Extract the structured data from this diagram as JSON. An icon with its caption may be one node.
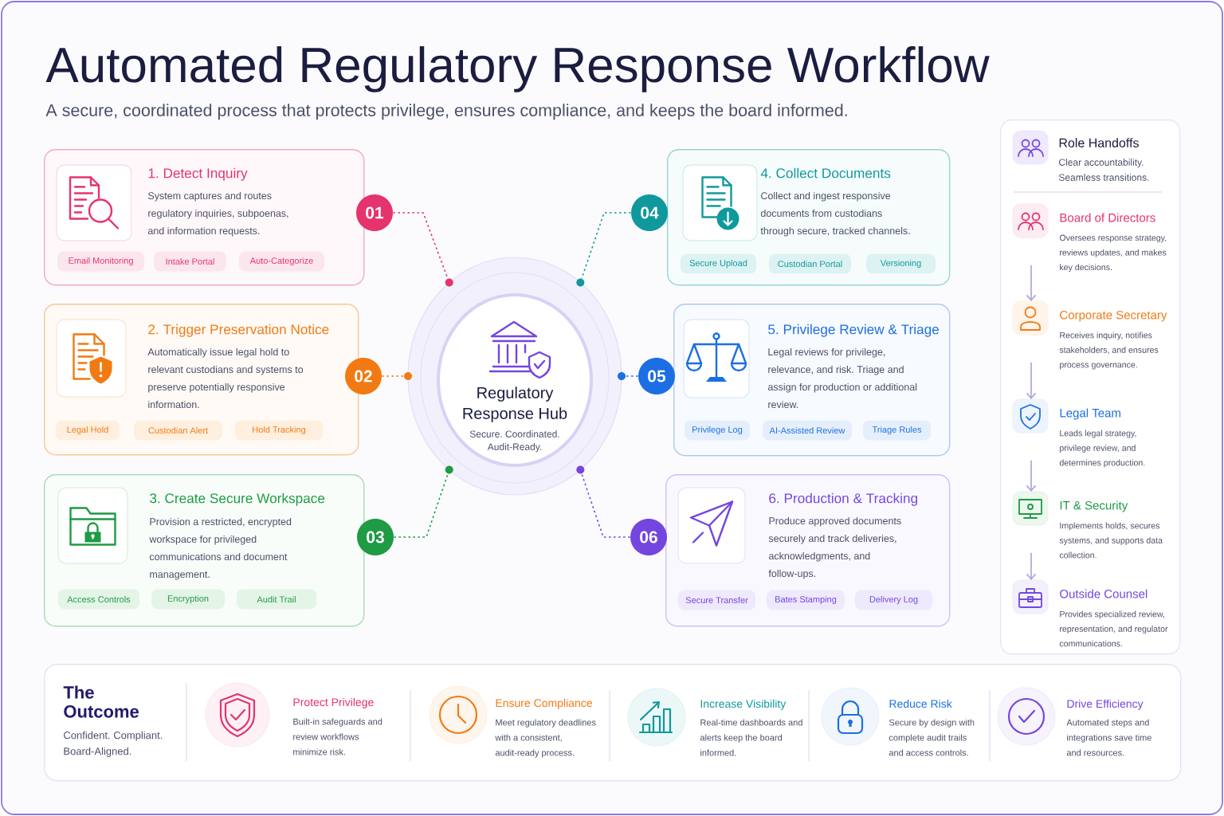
{
  "diagram": {
    "title": "Automated Regulatory Response Workflow",
    "nodes": [
      {
        "text": [
          "1. Detect Inquiry",
          "System captures and routes regulatory inquiries, subpoenas, and information requests."
        ]
      },
      {
        "text": [
          "Email Monitoring"
        ],
        "in": 0
      },
      {
        "text": [
          "Intake Portal"
        ],
        "in": 0
      },
      {
        "text": [
          "Auto-Categorize"
        ],
        "in": 0
      },
      {
        "text": [
          "01"
        ]
      },
      {
        "text": [
          "2. Trigger Preservation Notice",
          "Automatically issue legal hold to relevant custodians and systems to preserve potentially responsive information."
        ]
      },
      {
        "text": [
          "Legal Hold"
        ],
        "in": 5
      },
      {
        "text": [
          "Custodian Alert"
        ],
        "in": 5
      },
      {
        "text": [
          "Hold Tracking"
        ],
        "in": 5
      },
      {
        "text": [
          "02"
        ]
      },
      {
        "text": [
          "3. Create Secure Workspace",
          "Provision a restricted, encrypted workspace for privileged communications and document management."
        ]
      },
      {
        "text": [
          "Access Controls"
        ],
        "in": 10
      },
      {
        "text": [
          "Encryption"
        ],
        "in": 10
      },
      {
        "text": [
          "Audit Trail"
        ],
        "in": 10
      },
      {
        "text": [
          "03"
        ]
      },
      {
        "text": [
          "4. Collect Documents",
          "Collect and ingest responsive documents from custodians through secure, tracked channels."
        ]
      },
      {
        "text": [
          "Secure Upload"
        ],
        "in": 15
      },
      {
        "text": [
          "Custodian Portal"
        ],
        "in": 15
      },
      {
        "text": [
          "Versioning"
        ],
        "in": 15
      },
      {
        "text": [
          "04"
        ]
      },
      {
        "text": [
          "5. Privilege Review & Triage",
          "Legal reviews for privilege, relevance, and risk. Triage and assign for production or additional review."
        ]
      },
      {
        "text": [
          "Privilege Log"
        ],
        "in": 20
      },
      {
        "text": [
          "AI-Assisted Review"
        ],
        "in": 20
      },
      {
        "text": [
          "Triage Rules"
        ],
        "in": 20
      },
      {
        "text": [
          "05"
        ]
      },
      {
        "text": [
          "6. Production & Tracking",
          "Produce approved documents securely and track deliveries, acknowledgments, and follow-ups."
        ]
      },
      {
        "text": [
          "Secure Transfer"
        ],
        "in": 25
      },
      {
        "text": [
          "Bates Stamping"
        ],
        "in": 25
      },
      {
        "text": [
          "Delivery Log"
        ],
        "in": 25
      },
      {
        "text": [
          "06"
        ]
      },
      {
        "text": [
          "Regulatory Response Hub",
          "Secure. Coordinated. Audit-Ready."
        ]
      },
      {
        "text": [
          "Role Handoffs",
          "Clear accountability. Seamless transitions."
        ]
      },
      {
        "text": [
          "Board of Directors",
          "Oversees response strategy, reviews updates, and makes key decisions."
        ],
        "in": 31
      },
      {
        "text": [
          "Corporate Secretary",
          "Receives inquiry, notifies stakeholders, and ensures process governance."
        ],
        "in": 31
      },
      {
        "text": [
          "Legal Team",
          "Leads legal strategy, privilege review, and determines production."
        ],
        "in": 31
      },
      {
        "text": [
          "IT & Security",
          "Implements holds, secures systems, and supports data collection."
        ],
        "in": 31
      },
      {
        "text": [
          "Outside Counsel",
          "Provides specialized review, representation, and regulator communications."
        ],
        "in": 31
      },
      {
        "text": [
          "The Outcome",
          "Confident. Compliant. Board-Aligned."
        ]
      },
      {
        "text": [],
        "shape": "circle"
      },
      {
        "text": [],
        "shape": "circle"
      },
      {
        "text": [],
        "shape": "circle"
      },
      {
        "text": [],
        "shape": "circle"
      },
      {
        "text": [],
        "shape": "circle"
      },
      {
        "text": [],
        "shape": "circle"
      }
    ],
    "edges": [
      {
        "from": 4,
        "to": 38,
        "arrow": "none",
        "style": "dashed",
        "color": "#e8336b"
      },
      {
        "from": 9,
        "to": 39,
        "arrow": "none",
        "style": "dashed",
        "color": "#f07c1a"
      },
      {
        "from": 14,
        "to": 40,
        "arrow": "none",
        "style": "dashed",
        "color": "#1f9d45"
      },
      {
        "from": 19,
        "to": 41,
        "arrow": "none",
        "style": "dashed",
        "color": "#11999e"
      },
      {
        "from": 24,
        "to": 42,
        "arrow": "none",
        "style": "dashed",
        "color": "#1a73e8"
      },
      {
        "from": 29,
        "to": 43,
        "arrow": "none",
        "style": "dashed",
        "color": "#7b4ae2"
      },
      {
        "from": 32,
        "to": 33,
        "arrow": "to"
      },
      {
        "from": 33,
        "to": 34,
        "arrow": "to"
      },
      {
        "from": 34,
        "to": 35,
        "arrow": "to"
      },
      {
        "from": 35,
        "to": 36,
        "arrow": "to"
      }
    ],
    "labels": [
      "A secure, coordinated process that protects privilege, ensures compliance, and keeps the board informed.",
      "Protect Privilege",
      "Built-in safeguards and review workflows minimize risk.",
      "Ensure Compliance",
      "Meet regulatory deadlines with a consistent, audit-ready process.",
      "Increase Visibility",
      "Real-time dashboards and alerts keep the board informed.",
      "Reduce Risk",
      "Secure by design with complete audit trails and access controls.",
      "Drive Efficiency",
      "Automated steps and integrations save time and resources."
    ]
  }
}
